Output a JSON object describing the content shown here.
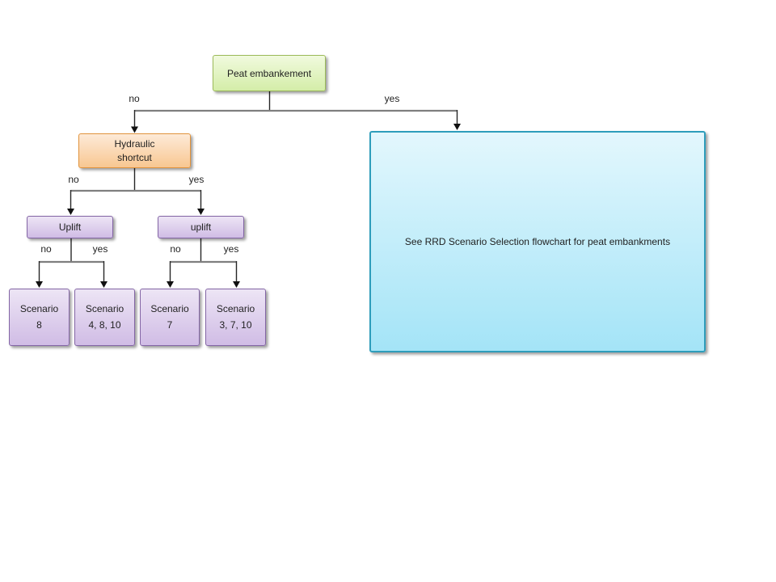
{
  "colors": {
    "canvas_bg": "#ffffff",
    "text": "#1f1f1f",
    "connector_horizontal": "#7f7f7f",
    "connector_vertical": "#262626",
    "arrowhead": "#111111",
    "green_border": "#9cba59",
    "green_top": "#f1fade",
    "green_bottom": "#d4eda8",
    "orange_border": "#e2943d",
    "orange_top": "#fdead8",
    "orange_bottom": "#f8c791",
    "purple_border": "#8365a5",
    "purple_top": "#ede5f5",
    "purple_bottom": "#d0bce5",
    "cyan_border": "#2e9dbb",
    "cyan_top": "#e3f7fd",
    "cyan_bottom": "#a4e4f7"
  },
  "nodes": {
    "root": {
      "label": "Peat embankement"
    },
    "hydraulic_shortcut": {
      "line1": "Hydraulic",
      "line2": "shortcut"
    },
    "see_rrd": {
      "label": "See RRD Scenario Selection flowchart for peat embankments"
    },
    "uplift_left": {
      "label": "Uplift"
    },
    "uplift_right": {
      "label": "uplift"
    },
    "scenario_8": {
      "line1": "Scenario",
      "line2": "8"
    },
    "scenario_4_8_10": {
      "line1": "Scenario",
      "line2": "4, 8, 10"
    },
    "scenario_7": {
      "line1": "Scenario",
      "line2": "7"
    },
    "scenario_3_7_10": {
      "line1": "Scenario",
      "line2": "3, 7, 10"
    }
  },
  "edge_labels": {
    "root_no": "no",
    "root_yes": "yes",
    "hydraulic_no": "no",
    "hydraulic_yes": "yes",
    "uplift_left_no": "no",
    "uplift_left_yes": "yes",
    "uplift_right_no": "no",
    "uplift_right_yes": "yes"
  }
}
